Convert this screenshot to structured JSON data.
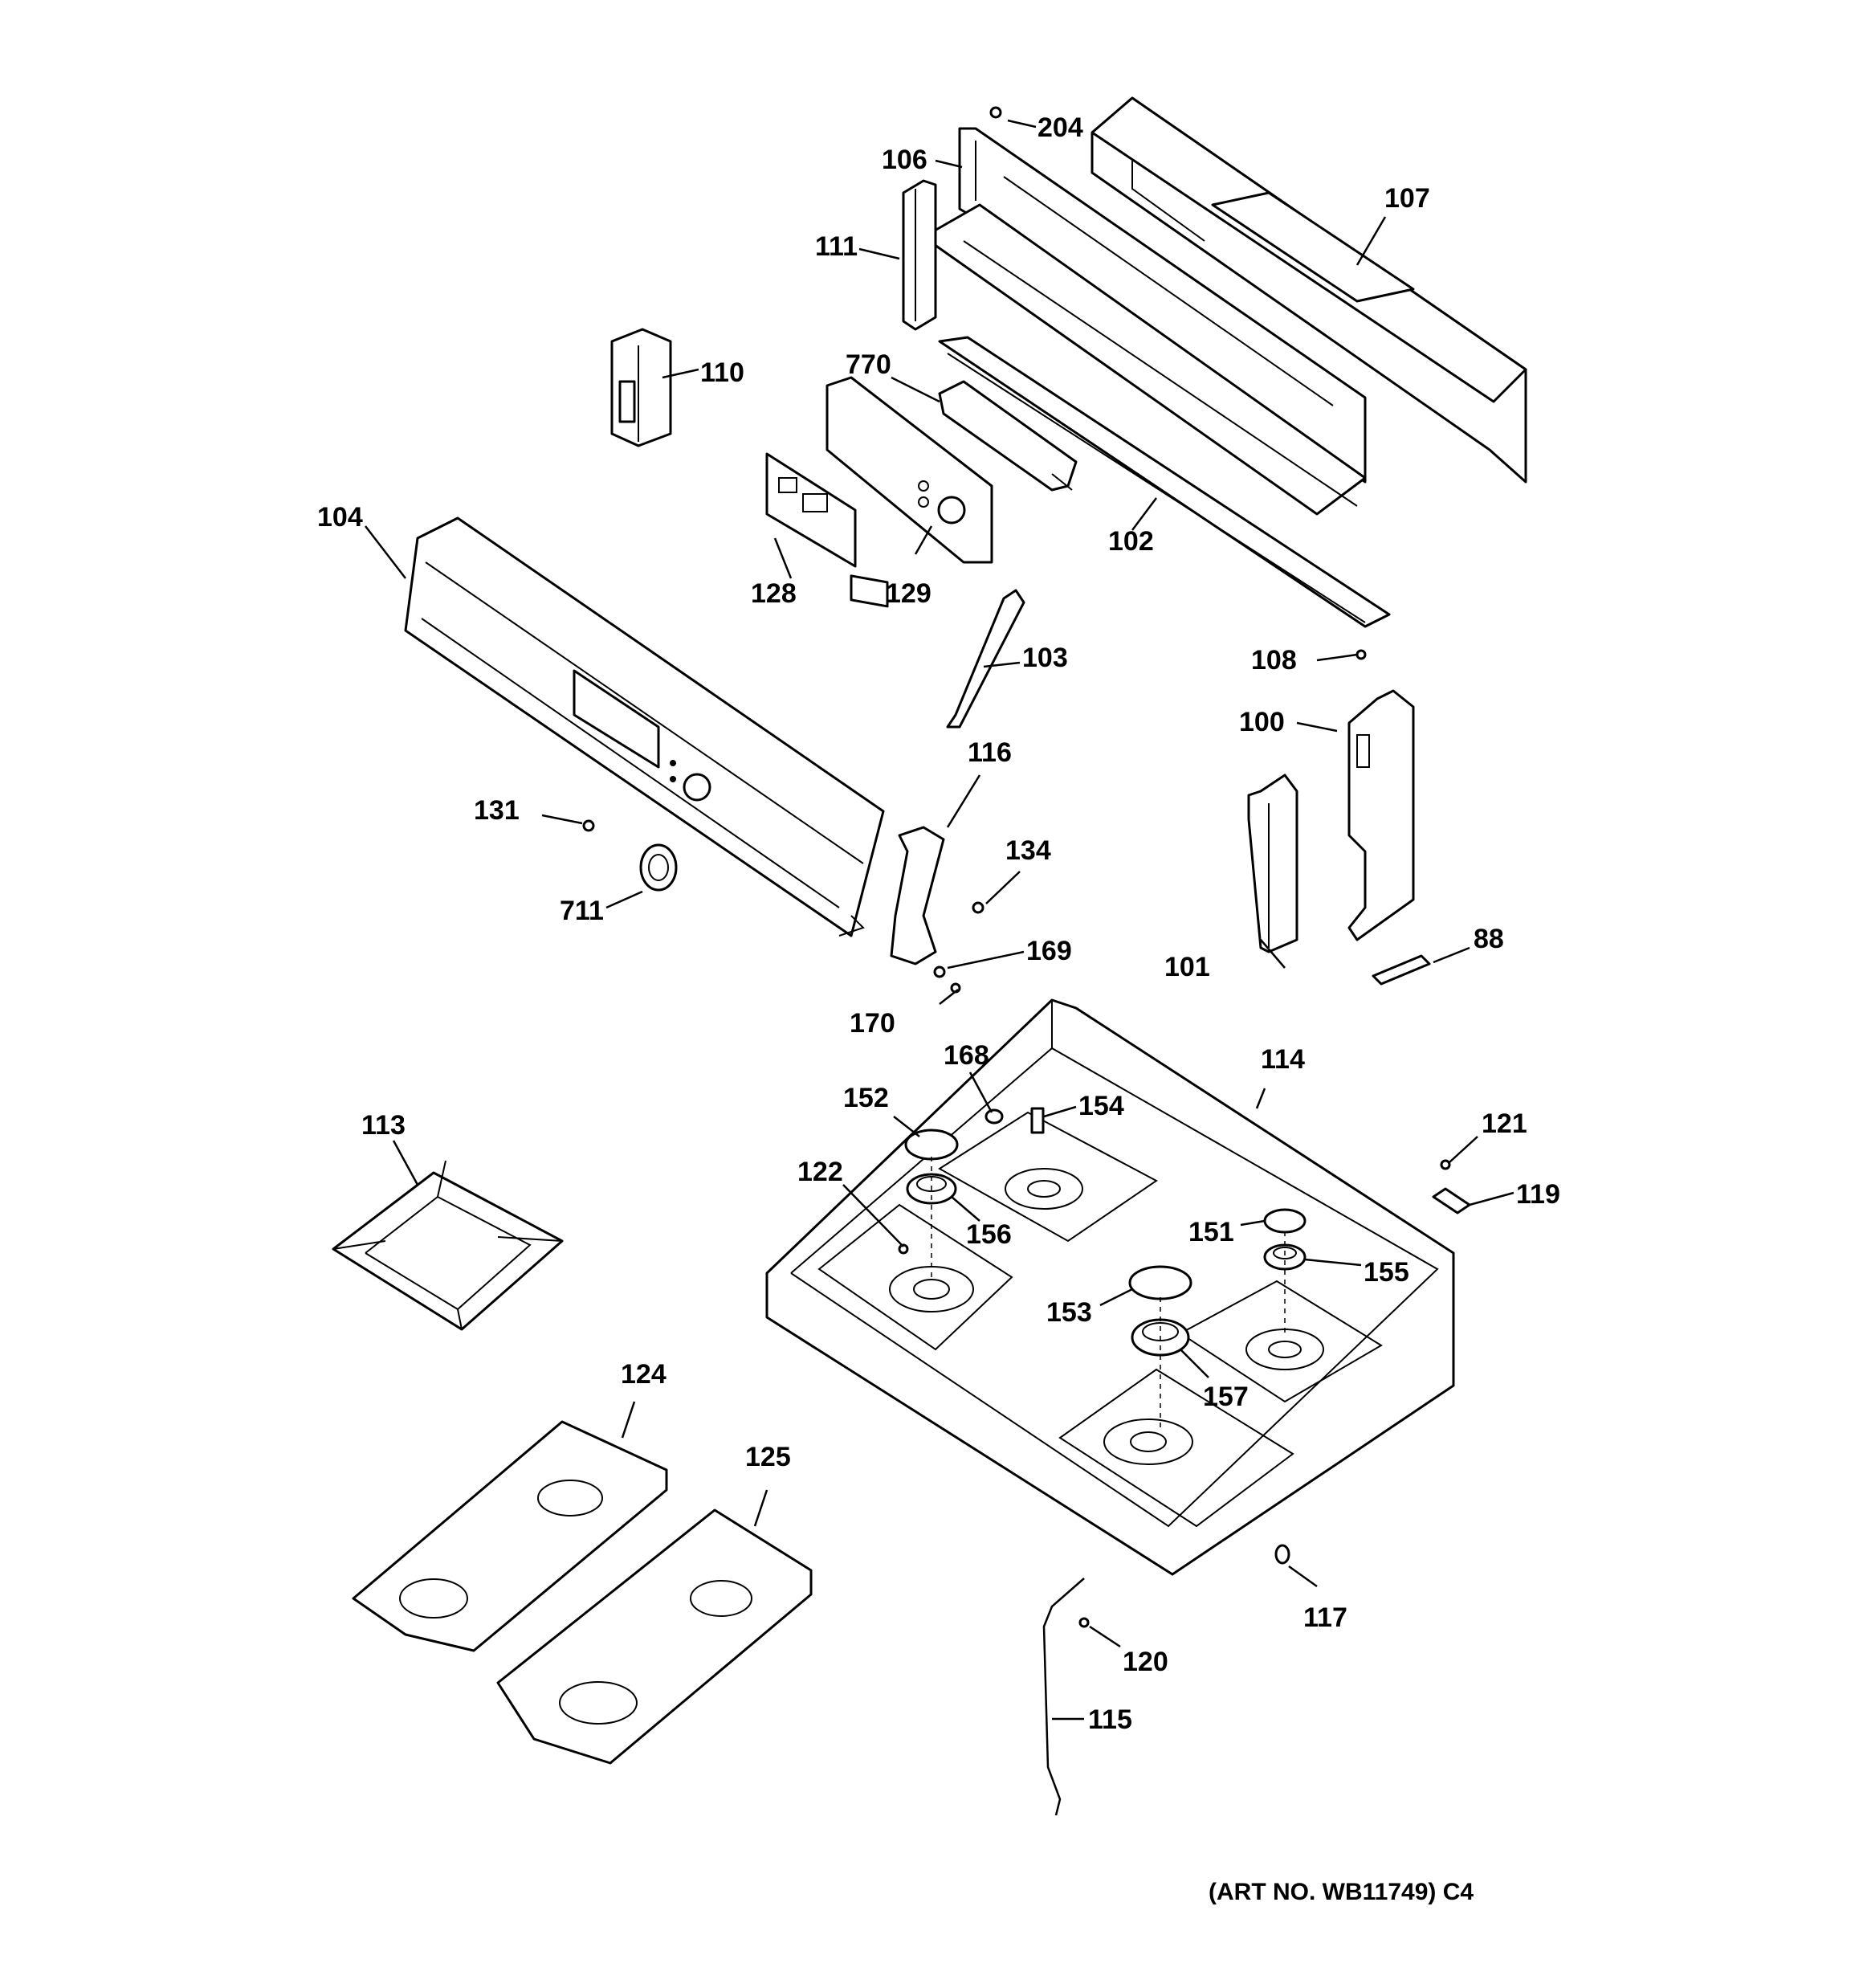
{
  "diagram": {
    "art_number": "(ART NO. WB11749) C4",
    "labels": {
      "p88": "88",
      "p100": "100",
      "p101": "101",
      "p102": "102",
      "p103": "103",
      "p104": "104",
      "p106": "106",
      "p107": "107",
      "p108": "108",
      "p110": "110",
      "p111": "111",
      "p113": "113",
      "p114": "114",
      "p115": "115",
      "p116": "116",
      "p117": "117",
      "p119": "119",
      "p120": "120",
      "p121": "121",
      "p122": "122",
      "p124": "124",
      "p125": "125",
      "p128": "128",
      "p129": "129",
      "p131": "131",
      "p134": "134",
      "p151": "151",
      "p152": "152",
      "p153": "153",
      "p154": "154",
      "p155": "155",
      "p156": "156",
      "p157": "157",
      "p168": "168",
      "p169": "169",
      "p170": "170",
      "p204": "204",
      "p711": "711",
      "p770": "770"
    }
  }
}
